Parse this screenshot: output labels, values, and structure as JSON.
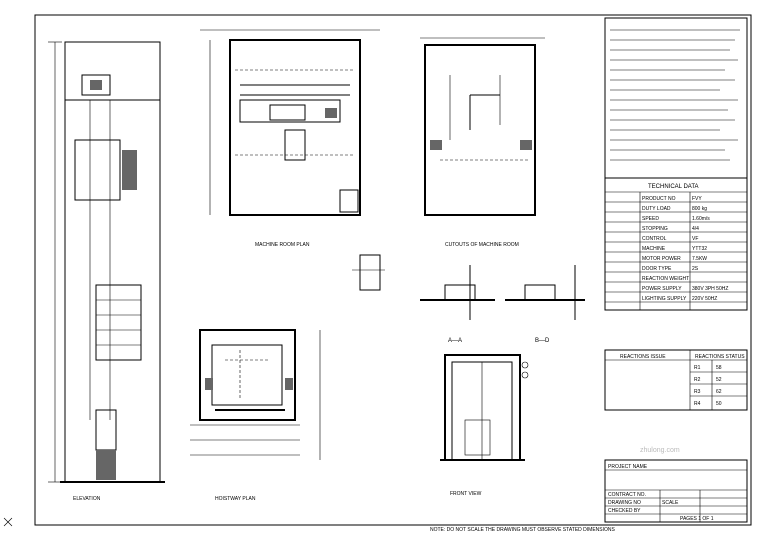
{
  "views": {
    "elevation": {
      "title": "ELEVATION"
    },
    "machine_room_plan": {
      "title": "MACHINE ROOM PLAN"
    },
    "cutouts": {
      "title": "CUTOUTS OF MACHINE ROOM"
    },
    "hoistway_plan": {
      "title": "HOISTWAY PLAN"
    },
    "front_view": {
      "title": "FRONT VIEW"
    },
    "section_a": {
      "label": "A—A"
    },
    "section_b": {
      "label": "B—D"
    }
  },
  "technical_data": {
    "title": "TECHNICAL DATA",
    "rows": [
      {
        "key": "PRODUCT NO",
        "value": "FVY"
      },
      {
        "key": "DUTY LOAD",
        "value": "800 kg"
      },
      {
        "key": "SPEED",
        "value": "1.60m/s"
      },
      {
        "key": "STOPPING",
        "value": "4/4"
      },
      {
        "key": "CONTROL",
        "value": "VF"
      },
      {
        "key": "MACHINE",
        "value": "YTT32"
      },
      {
        "key": "MOTOR POWER",
        "value": "7.5KW"
      },
      {
        "key": "DOOR TYPE",
        "value": "2S"
      },
      {
        "key": "REACTION WEIGHT",
        "value": ""
      },
      {
        "key": "POWER SUPPLY",
        "value": "380V 3PH 50HZ"
      },
      {
        "key": "LIGHTING SUPPLY",
        "value": "220V 50HZ"
      }
    ]
  },
  "reactions": {
    "col1": "REACTIONS ISSUE",
    "col2": "REACTIONS STATUS",
    "rows": [
      {
        "id": "R1",
        "val": "58"
      },
      {
        "id": "R2",
        "val": "52"
      },
      {
        "id": "R3",
        "val": "62"
      },
      {
        "id": "R4",
        "val": "50"
      }
    ]
  },
  "title_block": {
    "project_name_label": "PROJECT NAME",
    "contract_label": "CONTRACT NO.",
    "drawing_label": "DRAWING NO",
    "checked_label": "CHECKED BY",
    "scale_label": "SCALE",
    "pages": "PAGES 1 OF 1"
  },
  "footer_note": "NOTE: DO NOT SCALE THE DRAWING MUST OBSERVE STATED DIMENSIONS",
  "watermark": "zhulong.com"
}
